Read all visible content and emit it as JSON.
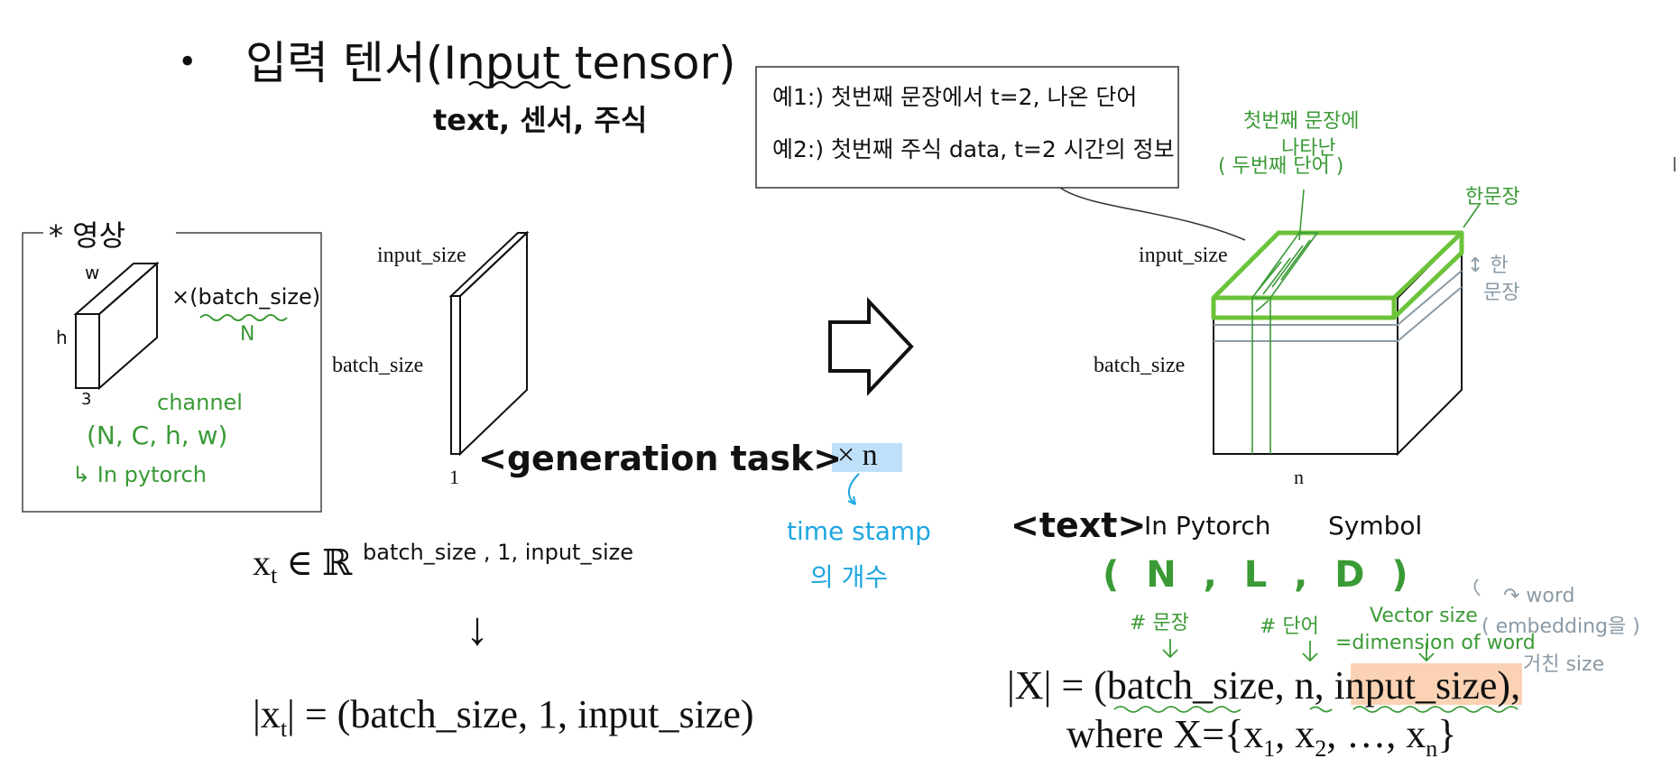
{
  "title": {
    "bullet": "•",
    "text": "입력 텐서(Input tensor)"
  },
  "examples_note": "text, 센서, 주식",
  "example_box": {
    "line1": "예1:) 첫번째 문장에서  t=2, 나온 단어",
    "line2": "예2:) 첫번째  주식 data, t=2 시간의 정보"
  },
  "video_box": {
    "title": "* 영상",
    "w": "w",
    "h": "h",
    "c": "3",
    "batch": "×(batch_size)",
    "n": "N",
    "channel": "channel",
    "shape": "(N, C, h, w)",
    "pytorch": "↳ In pytorch"
  },
  "slab": {
    "input_size": "input_size",
    "batch_size": "batch_size",
    "one": "1"
  },
  "generation_task": "<generation task>",
  "times_n": "× n",
  "timestamp_line1": "time stamp",
  "timestamp_line2": "의 개수",
  "cube": {
    "input_size": "input_size",
    "batch_size": "batch_size",
    "n": "n"
  },
  "annotations": {
    "first_sentence_1": "첫번째 문장에",
    "first_sentence_2": "나타난",
    "first_sentence_3": "(  두번째 단어  )",
    "one_sentence_green": "한문장",
    "one_sentence_gray_1": "↕ 한",
    "one_sentence_gray_2": "문장"
  },
  "text_header": {
    "tag": "<text>",
    "pytorch": "In Pytorch",
    "symbol": "Symbol"
  },
  "nld": "( N  ,  L ,  D )",
  "nld_notes": {
    "sentences": "# 문장",
    "words": "# 단어",
    "vector_1": "Vector size",
    "vector_2": "=dimension of word",
    "embedding_1": "↷ word",
    "embedding_2": "( embedding을 )",
    "embedding_3": "거친 size"
  },
  "xt_formula": {
    "base": "x",
    "sub": "t",
    "in": "∈ ℝ",
    "sup": "batch_size , 1, input_size"
  },
  "down_arrow": "↓",
  "xt_size": "|x",
  "xt_size_sub": "t",
  "xt_size_rest": "| = (batch_size, 1, input_size)",
  "X_size": {
    "open": "|X| = (",
    "a": "batch_size",
    "comma1": ", ",
    "b": "n",
    "comma2": ", ",
    "c": "input_size",
    "close": "),"
  },
  "where": {
    "prefix": "where X={x",
    "s1": "1",
    "mid1": ", x",
    "s2": "2",
    "mid2": ", …, x",
    "sn": "n",
    "suffix": "}"
  }
}
